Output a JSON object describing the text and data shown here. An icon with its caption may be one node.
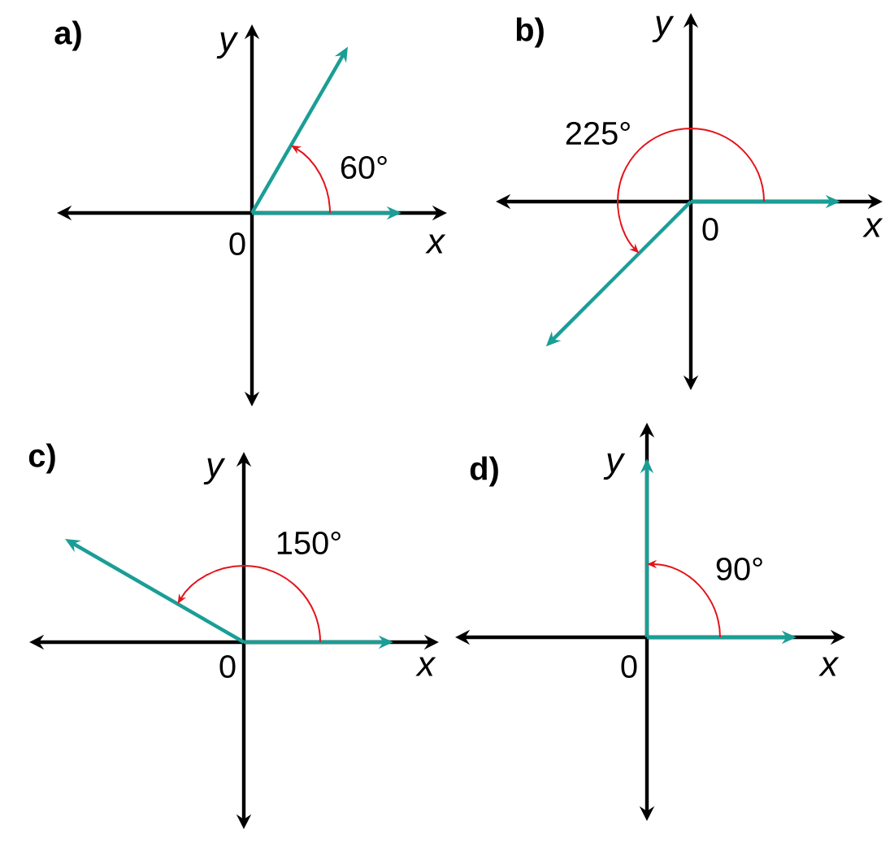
{
  "diagram": {
    "labels": [
      "a)",
      "y",
      "60°",
      "0",
      "x",
      "b)",
      "y",
      "225°",
      "0",
      "x",
      "c)",
      "y",
      "150°",
      "0",
      "x",
      "d)",
      "y",
      "90°",
      "0",
      "x"
    ]
  }
}
